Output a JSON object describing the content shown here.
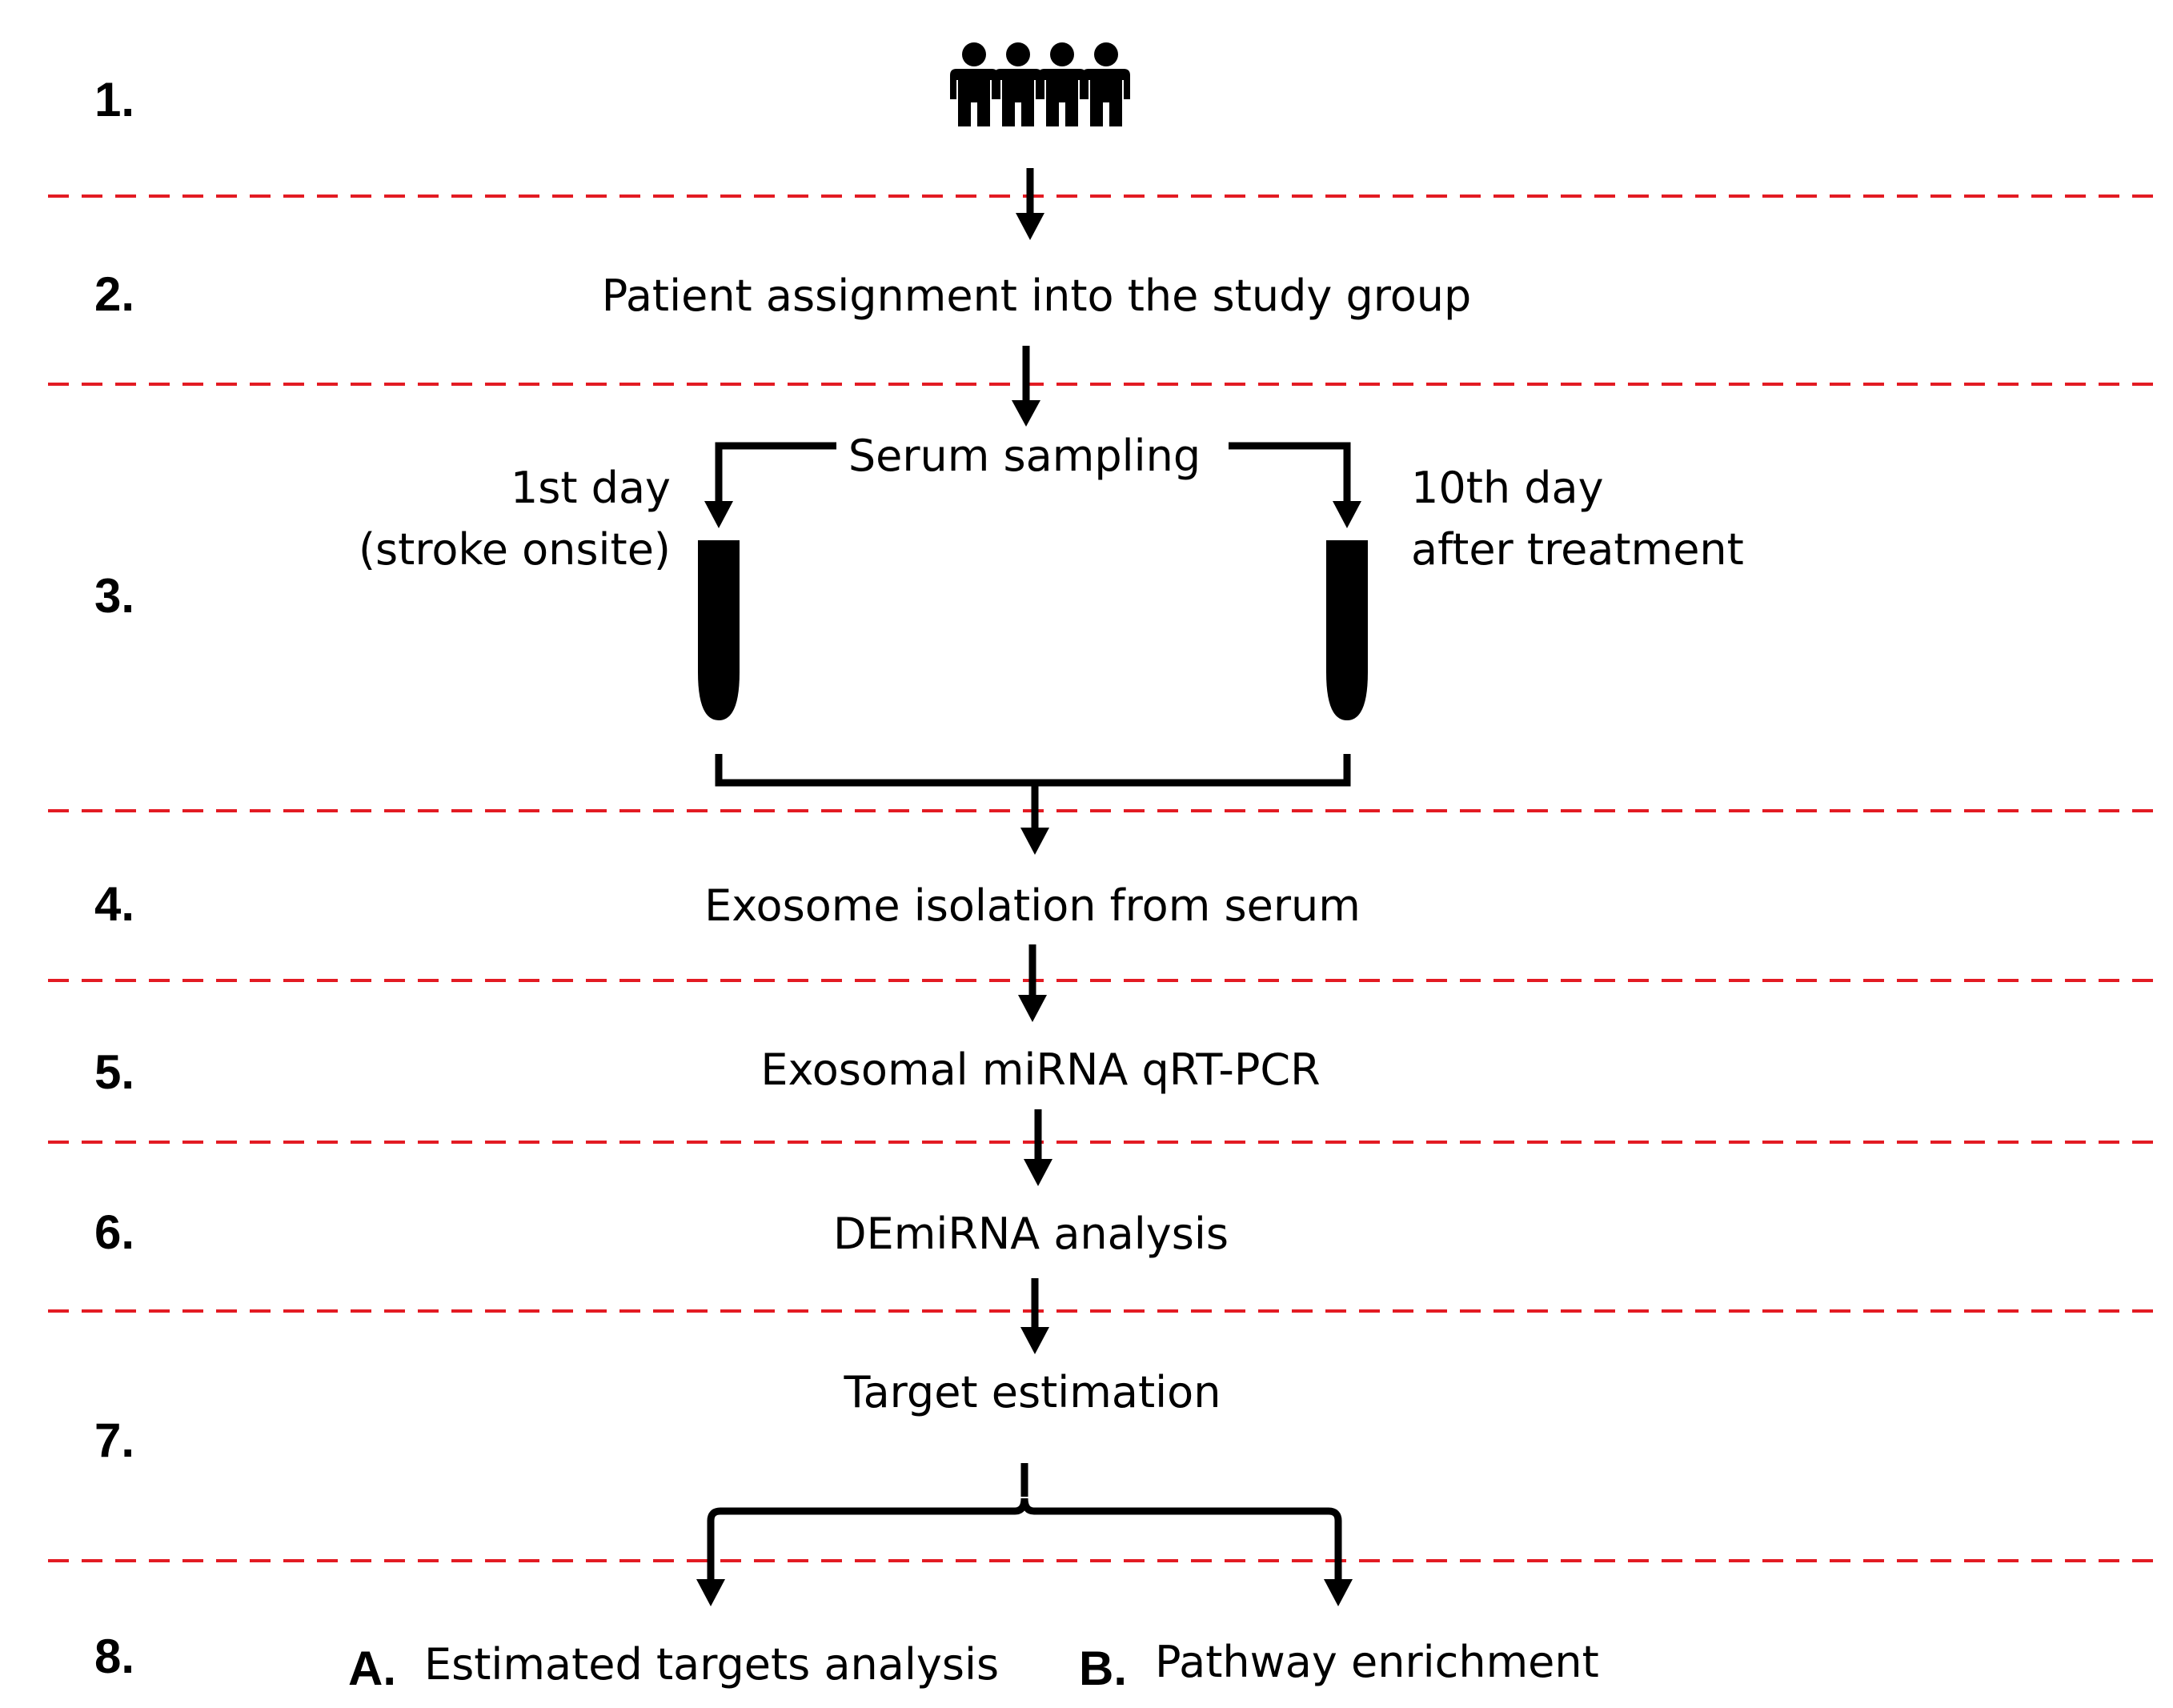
{
  "steps": {
    "s1": "1.",
    "s2": "2.",
    "s3": "3.",
    "s4": "4.",
    "s5": "5.",
    "s6": "6.",
    "s7": "7.",
    "s8": "8."
  },
  "boxes": {
    "assignment": "Patient assignment into the study group",
    "serum_sampling": "Serum sampling",
    "day1_line1": "1st day",
    "day1_line2": "(stroke onsite)",
    "day10_line1": "10th day",
    "day10_line2": "after treatment",
    "exosome_isolation": "Exosome isolation from serum",
    "qrtpcr": "Exosomal miRNA qRT-PCR",
    "demirna": "DEmiRNA analysis",
    "target_estimation": "Target estimation",
    "option_a_letter": "A.",
    "option_a_text": "Estimated targets analysis",
    "option_b_letter": "B.",
    "option_b_text": "Pathway enrichment"
  },
  "icons": {
    "patients": "people-group-icon",
    "sample_tube": "test-tube-icon"
  },
  "colors": {
    "separator": "#e31b23",
    "ink": "#000000"
  }
}
